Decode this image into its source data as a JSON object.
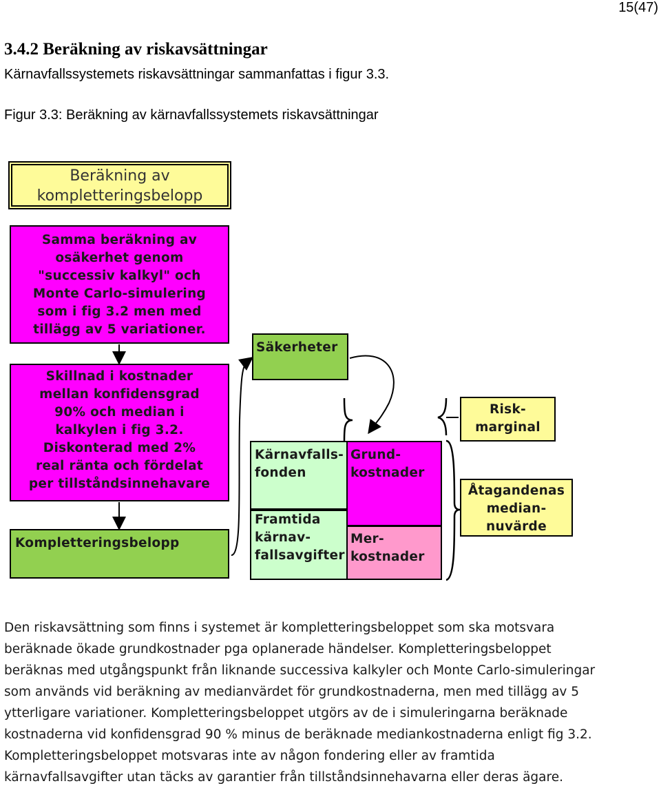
{
  "page_number": "15(47)",
  "section": {
    "heading": "3.4.2 Beräkning av riskavsättningar",
    "intro": "Kärnavfallssystemets riskavsättningar sammanfattas i figur 3.3."
  },
  "figure": {
    "caption": "Figur 3.3: Beräkning av kärnavfallssystemets riskavsättningar",
    "title_box": [
      "Beräkning av",
      "kompletteringsbelopp"
    ],
    "samma_box": [
      "Samma beräkning av",
      "osäkerhet genom",
      "\"successiv kalkyl\" och",
      "Monte Carlo-simulering",
      "som i fig 3.2 men med",
      "tillägg av 5 variationer."
    ],
    "skillnad_box": [
      "Skillnad i kostnader",
      "mellan konfidensgrad",
      "90% och median i",
      "kalkylen i fig 3.2.",
      "Diskonterad med 2%",
      "real ränta och fördelat",
      "per tillståndsinnehavare"
    ],
    "komplettering_box": "Kompletteringsbelopp",
    "sakerheter_box": "Säkerheter",
    "fonden_box": [
      "Kärnavfalls-",
      "fonden"
    ],
    "framtida_box": [
      "Framtida",
      "kärnav-",
      "fallsavgifter"
    ],
    "grund_box": [
      "Grund-",
      "kostnader"
    ],
    "mer_box": [
      "Mer-",
      "kostnader"
    ],
    "risk_box": [
      "Risk-",
      "marginal"
    ],
    "ata_box": [
      "Åtagandenas",
      "median-",
      "nuvärde"
    ],
    "colors": {
      "magenta": "#ff00ff",
      "green": "#92d050",
      "light_green": "#ccffcc",
      "pink": "#ff99cc",
      "yellow": "#fefb99"
    }
  },
  "body_text": [
    "Den riskavsättning som finns i systemet är kompletteringsbeloppet som ska motsvara",
    "beräknade ökade grundkostnader pga oplanerade händelser. Kompletteringsbeloppet",
    "beräknas med utgångspunkt från liknande successiva kalkyler och Monte Carlo-simuleringar",
    "som används vid beräkning av medianvärdet för grundkostnaderna, men med tillägg av 5",
    "ytterligare variationer. Kompletteringsbeloppet utgörs av de i simuleringarna beräknade",
    "kostnaderna vid konfidensgrad 90 % minus de beräknade mediankostnaderna enligt fig 3.2.",
    "Kompletteringsbeloppet motsvaras inte av någon fondering eller av framtida",
    "kärnavfallsavgifter utan täcks av garantier från tillståndsinnehavarna eller deras ägare."
  ]
}
